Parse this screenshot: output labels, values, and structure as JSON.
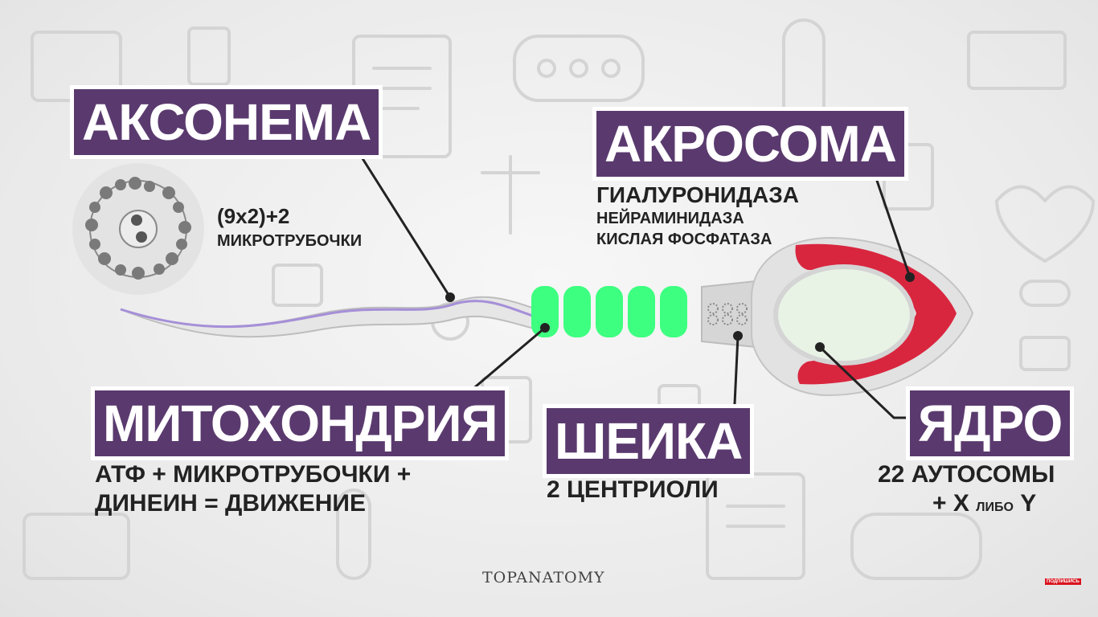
{
  "labels": {
    "axonema": "АКСОНЕМА",
    "acrosoma": "АКРОСОМА",
    "mitochondria": "МИТОХОНДРИЯ",
    "neck": "ШЕИКА",
    "nucleus": "ЯДРО"
  },
  "axonema_info": {
    "formula": "(9x2)+2",
    "caption": "МИКРОТРУБОЧКИ"
  },
  "acrosoma_info": {
    "line1": "ГИАЛУРОНИДАЗА",
    "line2": "НЕЙРАМИНИДАЗА",
    "line3": "КИСЛАЯ ФОСФАТАЗА"
  },
  "mitochondria_info": {
    "line1": "АТФ + МИКРОТРУБОЧКИ +",
    "line2": "ДИНЕИН = ДВИЖЕНИЕ"
  },
  "neck_info": {
    "line1": "2 ЦЕНТРИОЛИ"
  },
  "nucleus_info": {
    "line1": "22 АУТОСОМЫ",
    "line2_a": "+ X",
    "line2_b": "ЛИБО",
    "line2_c": "Y"
  },
  "watermark": "TOPANATOMY",
  "subscribe_badge": "ПОДПИШИСЬ",
  "colors": {
    "label_bg": "#5a3a6e",
    "mitochondria_green": "#3dff80",
    "acrosome_red": "#d9263f",
    "nucleus_fill": "#e8f3e6",
    "tail_purple": "#a58fd8"
  }
}
